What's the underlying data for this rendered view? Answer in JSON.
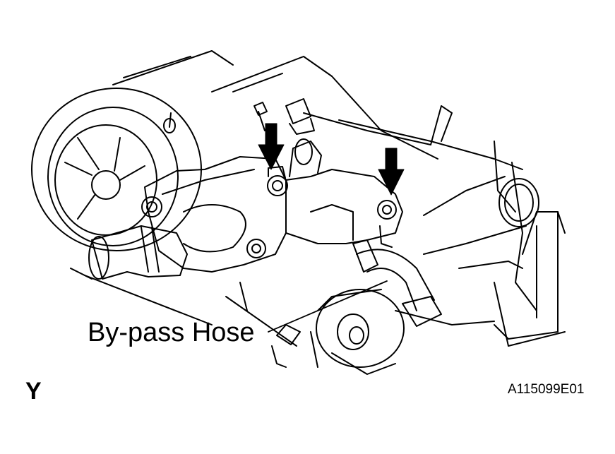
{
  "labels": {
    "callout": "By-pass Hose",
    "view": "Y",
    "figure_id": "A115099E01"
  },
  "colors": {
    "line": "#000000",
    "background": "#ffffff"
  }
}
